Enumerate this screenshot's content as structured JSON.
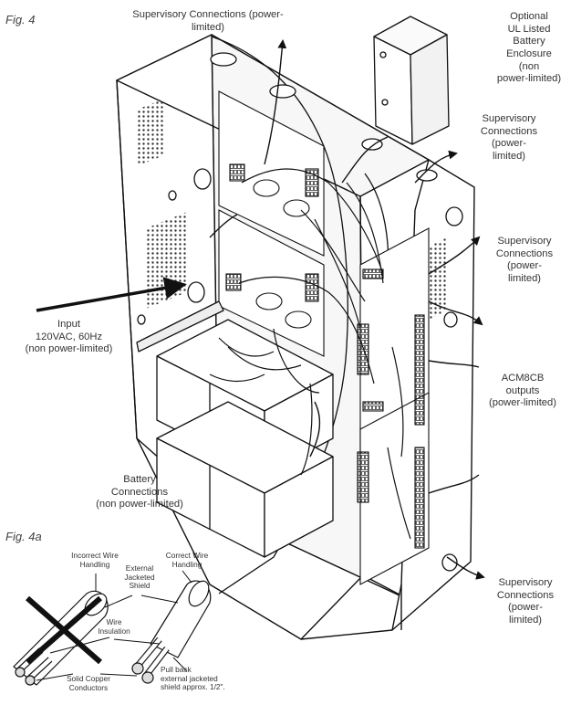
{
  "figures": {
    "fig4": "Fig. 4",
    "fig4a": "Fig. 4a"
  },
  "labels": {
    "supervisory_top": "Supervisory Connections (power-limited)",
    "battery_enclosure": "Optional\nUL Listed\nBattery\nEnclosure\n(non\npower-limited)",
    "supervisory_right_1": "Supervisory\nConnections\n(power-\nlimited)",
    "supervisory_right_2": "Supervisory\nConnections\n(power-\nlimited)",
    "input_power": "Input\n120VAC, 60Hz\n(non power-limited)",
    "acm8cb_outputs": "ACM8CB\noutputs\n(power-limited)",
    "battery_connections": "Battery\nConnections\n(non power-limited)",
    "supervisory_bottom": "Supervisory\nConnections\n(power-\nlimited)"
  },
  "wire_handling": {
    "incorrect": "Incorrect Wire\nHandling",
    "correct": "Correct Wire\nHandling",
    "external_shield": "External\nJacketed\nShield",
    "wire_insulation": "Wire\nInsulation",
    "solid_copper": "Solid Copper\nConductors",
    "pull_back": "Pull back\nexternal jacketed\nshield approx. 1/2\"."
  }
}
